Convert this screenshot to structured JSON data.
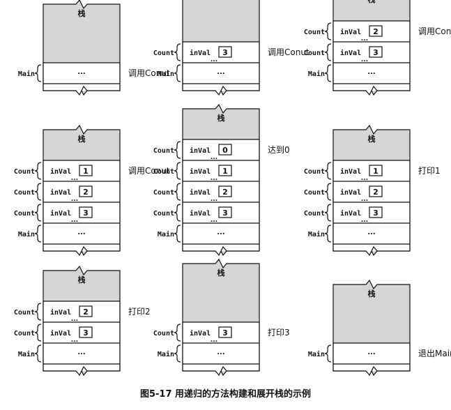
{
  "labels": {
    "stack_title": "栈",
    "count_label": "Count",
    "main_label": "Main",
    "inval_label": "inVal",
    "ellipsis": "..."
  },
  "caption": "图5-17   用递归的方法构建和展开栈的示例",
  "diagrams": [
    {
      "frames": [],
      "annotation": "调用Conut",
      "annotation_row": "main"
    },
    {
      "frames": [
        3
      ],
      "annotation": "调用Conut",
      "annotation_row": 0
    },
    {
      "frames": [
        2,
        3
      ],
      "annotation": "调用Conut",
      "annotation_row": 0
    },
    {
      "frames": [
        1,
        2,
        3
      ],
      "annotation": "调用Conut",
      "annotation_row": 0
    },
    {
      "frames": [
        0,
        1,
        2,
        3
      ],
      "annotation": "达到0",
      "annotation_row": 0
    },
    {
      "frames": [
        1,
        2,
        3
      ],
      "annotation": "打印1",
      "annotation_row": 0
    },
    {
      "frames": [
        2,
        3
      ],
      "annotation": "打印2",
      "annotation_row": 0
    },
    {
      "frames": [
        3
      ],
      "annotation": "打印3",
      "annotation_row": 0
    },
    {
      "frames": [],
      "annotation": "退出Main",
      "annotation_row": "main"
    }
  ],
  "colors": {
    "stack_fill": "#d6d6d6",
    "ink": "#111111",
    "paper": "#ffffff"
  }
}
